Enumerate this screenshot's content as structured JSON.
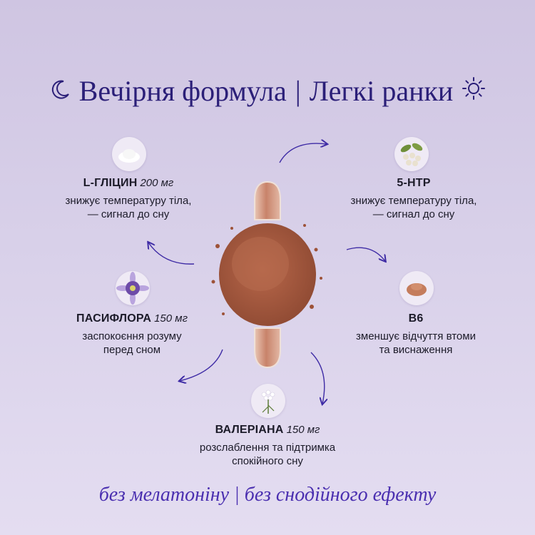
{
  "header": {
    "title_left": "Вечірня формула",
    "separator": "|",
    "title_right": "Легкі ранки",
    "moon_icon": "crescent-moon-icon",
    "sun_icon": "sun-icon"
  },
  "ingredients": [
    {
      "name": "L-ГЛІЦИН",
      "dose": "200 мг",
      "desc1": "знижує температуру тіла,",
      "desc2": "— сигнал до сну",
      "icon": "powder-icon"
    },
    {
      "name": "5-HTP",
      "dose": "",
      "desc1": "знижує температуру тіла,",
      "desc2": "— сигнал до сну",
      "icon": "seeds-icon"
    },
    {
      "name": "ПАСИФЛОРА",
      "dose": "150 мг",
      "desc1": "заспокоєння розуму",
      "desc2": "перед сном",
      "icon": "passionflower-icon"
    },
    {
      "name": "B6",
      "dose": "",
      "desc1": "зменшує відчуття втоми",
      "desc2": "та виснаження",
      "icon": "brown-powder-icon"
    },
    {
      "name": "ВАЛЕРІАНА",
      "dose": "150 мг",
      "desc1": "розслаблення та підтримка",
      "desc2": "спокійного сну",
      "icon": "valerian-flower-icon"
    }
  ],
  "footer": {
    "text": "без мелатоніну | без снодійного ефекту"
  },
  "colors": {
    "accent": "#2b1f78",
    "footer": "#4a2fb0",
    "capsule": "#c8836a",
    "powder": "#a45a41",
    "background": "#d8d0e9"
  }
}
